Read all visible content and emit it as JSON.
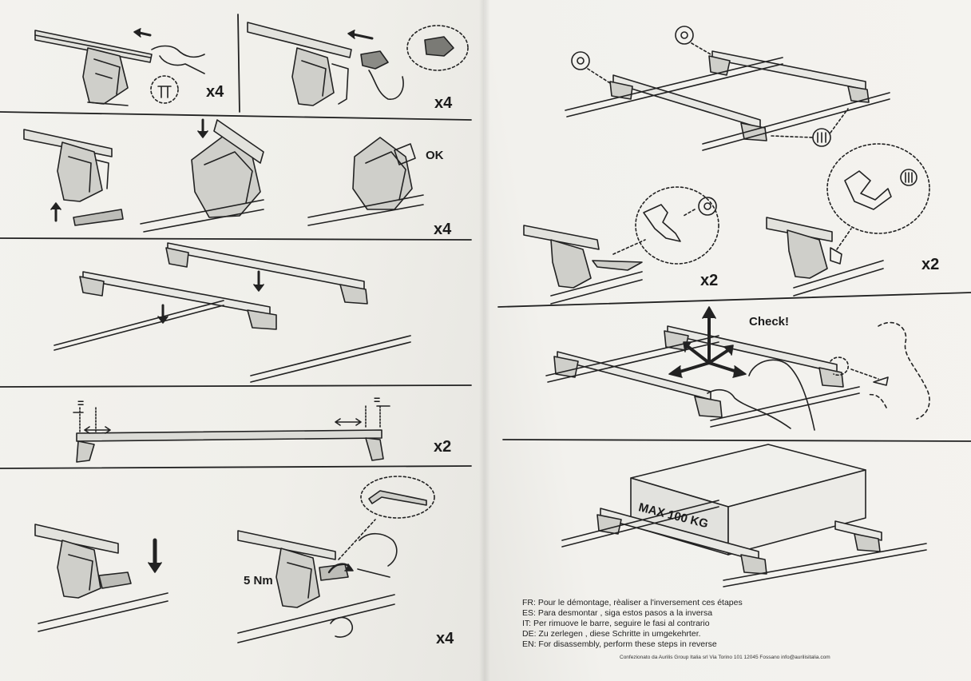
{
  "labels": {
    "x4_a": "x4",
    "x4_b": "x4",
    "x4_c": "x4",
    "x4_d": "x4",
    "ok": "OK",
    "x2_a": "x2",
    "torque": "5 Nm",
    "eq_left": "=",
    "eq_right": "=",
    "x2_b": "x2",
    "x2_c": "x2",
    "check": "Check!",
    "max_load": "MAX 100 KG"
  },
  "instructions": {
    "fr": "FR: Pour le démontage, rèaliser a l'inversement ces étapes",
    "es": "ES: Para desmontar , siga estos pasos a la inversa",
    "it": "IT: Per rimuove le barre, seguire le fasi al contrario",
    "de": "DE: Zu zerlegen , diese Schritte in umgekehrter.",
    "en": "EN: For disassembly, perform these steps in reverse"
  },
  "credit": "Confezionato da Aurilis Group Italia srl Via Torino 101 12045 Fossano info@aurilisitalia.com"
}
